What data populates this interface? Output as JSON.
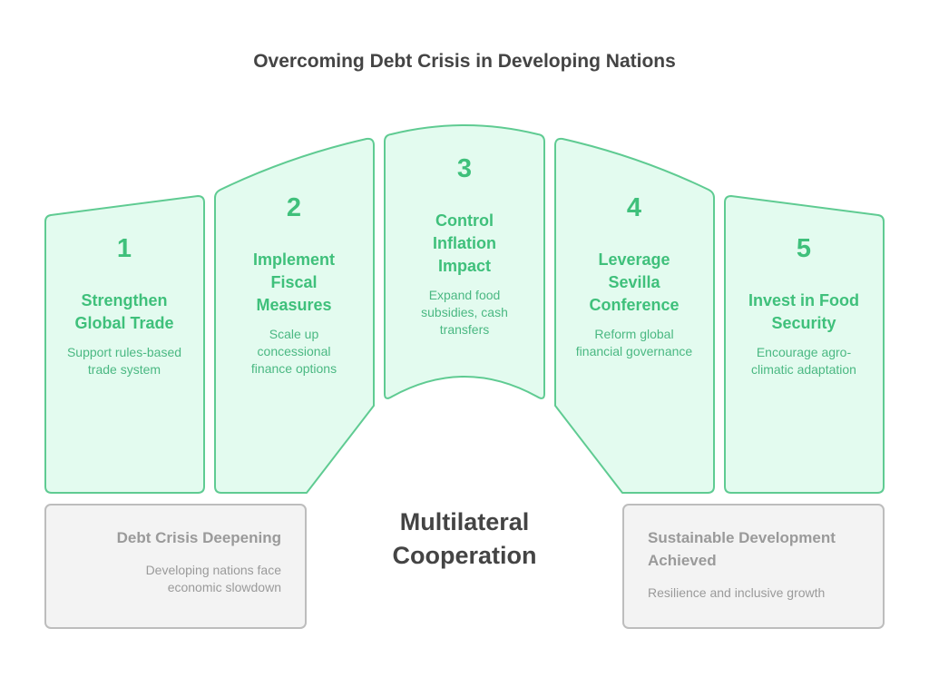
{
  "title": "Overcoming Debt Crisis in Developing Nations",
  "colors": {
    "green_fill": "#e3fbef",
    "green_stroke": "#5fcb92",
    "green_text": "#3fc07b",
    "gray_fill": "#f3f3f3",
    "gray_stroke": "#bdbdbd"
  },
  "steps": [
    {
      "number": "1",
      "heading": "Strengthen Global Trade",
      "description": "Support rules-based trade system"
    },
    {
      "number": "2",
      "heading": "Implement Fiscal Measures",
      "description": "Scale up concessional finance options"
    },
    {
      "number": "3",
      "heading": "Control Inflation Impact",
      "description": "Expand food subsidies, cash transfers"
    },
    {
      "number": "4",
      "heading": "Leverage Sevilla Conference",
      "description": "Reform global financial governance"
    },
    {
      "number": "5",
      "heading": "Invest in Food Security",
      "description": "Encourage agro-climatic adaptation"
    }
  ],
  "center_label": "Multilateral Cooperation",
  "start_state": {
    "heading": "Debt Crisis Deepening",
    "description": "Developing nations face economic slowdown"
  },
  "end_state": {
    "heading": "Sustainable Development Achieved",
    "description": "Resilience and inclusive growth"
  }
}
